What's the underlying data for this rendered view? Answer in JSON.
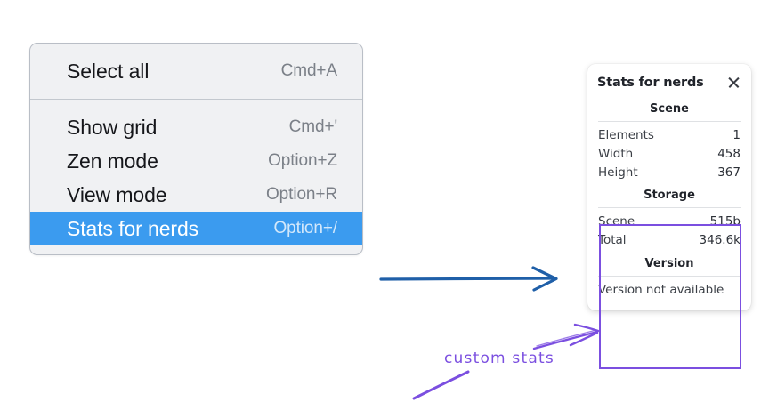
{
  "context_menu": {
    "groups": [
      {
        "name": "group-top",
        "items": [
          {
            "label": "Select all",
            "shortcut": "Cmd+A",
            "selected": false
          }
        ]
      },
      {
        "name": "group-bottom",
        "items": [
          {
            "label": "Show grid",
            "shortcut": "Cmd+'",
            "selected": false
          },
          {
            "label": "Zen mode",
            "shortcut": "Option+Z",
            "selected": false
          },
          {
            "label": "View mode",
            "shortcut": "Option+R",
            "selected": false
          },
          {
            "label": "Stats for nerds",
            "shortcut": "Option+/",
            "selected": true
          }
        ]
      }
    ],
    "highlight_color": "#3b9bef"
  },
  "stats_panel": {
    "title": "Stats for nerds",
    "close_icon": "close-icon",
    "sections": [
      {
        "heading": "Scene",
        "rows": [
          {
            "label": "Elements",
            "value": "1"
          },
          {
            "label": "Width",
            "value": "458"
          },
          {
            "label": "Height",
            "value": "367"
          }
        ]
      },
      {
        "heading": "Storage",
        "rows": [
          {
            "label": "Scene",
            "value": "515b"
          },
          {
            "label": "Total",
            "value": "346.6k"
          }
        ]
      },
      {
        "heading": "Version",
        "plain": "Version not available"
      }
    ]
  },
  "annotations": {
    "note_text": "custom stats",
    "note_color": "#7b4fe0",
    "arrow_color": "#1f5fa8",
    "box_color": "#7b4fe0"
  }
}
